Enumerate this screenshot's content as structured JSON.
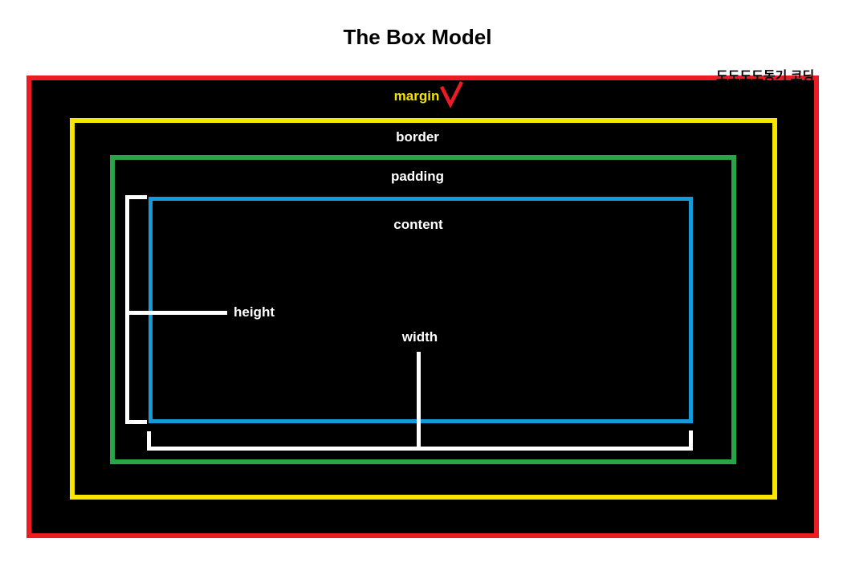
{
  "title": "The Box Model",
  "watermark": "도도도도동기 코딩",
  "diagram": {
    "background": "#000000",
    "boxes": {
      "margin": {
        "label": "margin",
        "border_color": "#ed1c24",
        "label_color": "#f5e400"
      },
      "border": {
        "label": "border",
        "border_color": "#f7e600",
        "label_color": "#ffffff"
      },
      "padding": {
        "label": "padding",
        "border_color": "#2aa449",
        "label_color": "#ffffff"
      },
      "content": {
        "label": "content",
        "border_color": "#149bd9",
        "label_color": "#ffffff"
      }
    },
    "dimension_labels": {
      "height": "height",
      "width": "width"
    },
    "measurement_line_color": "#ffffff",
    "icons": {
      "checkmark": "✓"
    },
    "checkmark_color": "#ed1c24"
  }
}
